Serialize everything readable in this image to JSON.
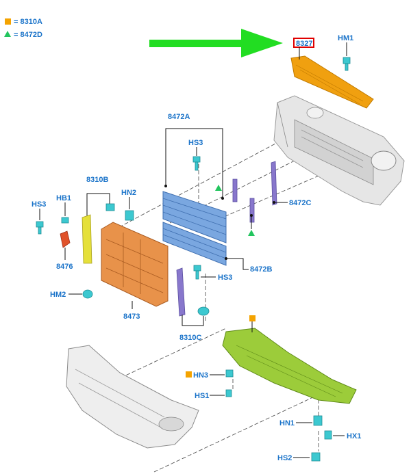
{
  "legend": [
    {
      "symbol": "square",
      "color": "#f4a300",
      "text": "= 8310A"
    },
    {
      "symbol": "triangle",
      "color": "#22c55e",
      "text": "= 8472D"
    }
  ],
  "labels": {
    "p8327": "8327",
    "hm1": "HM1",
    "p8472a": "8472A",
    "hs3_top": "HS3",
    "p8310b": "8310B",
    "hb1": "HB1",
    "hn2": "HN2",
    "hs3_left": "HS3",
    "p8472c": "8472C",
    "p8476": "8476",
    "p8472b": "8472B",
    "hs3_mid": "HS3",
    "hm2": "HM2",
    "p8473": "8473",
    "p8310c": "8310C",
    "hn3": "HN3",
    "hs1": "HS1",
    "hn1": "HN1",
    "hx1": "HX1",
    "hs2": "HS2"
  },
  "colors": {
    "label_blue": "#1a73c9",
    "arrow_green": "#22dd22",
    "highlight_red": "#e00000",
    "part_orange": "#f0a010",
    "part_copper": "#e8924a",
    "part_blue": "#7aa7e0",
    "part_purple": "#8877cc",
    "part_yellow": "#e5e03a",
    "part_green": "#9ccc3a",
    "part_red": "#e0522a",
    "clip_cyan": "#3cc8d0",
    "frame_gray": "#c8c8c8"
  }
}
